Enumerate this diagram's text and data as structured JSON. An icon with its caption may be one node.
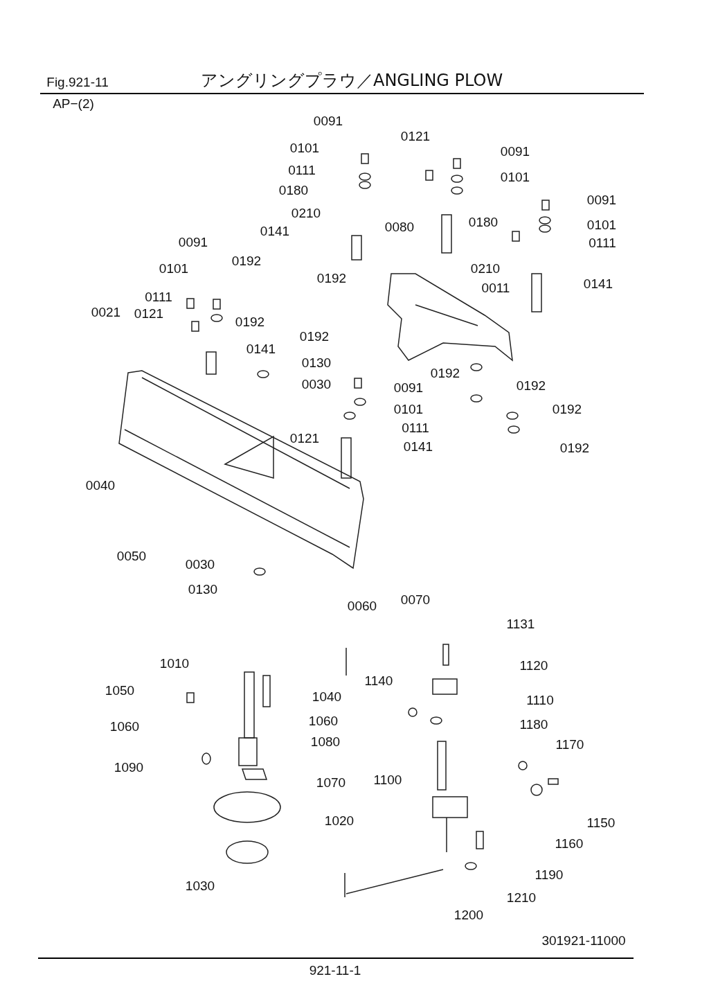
{
  "diagram": {
    "title": "アングリングプラウ／ANGLING PLOW",
    "labels": [
      "Fig.921-11",
      "AP−(2)",
      "0091",
      "0121",
      "0101",
      "0091",
      "0111",
      "0101",
      "0180",
      "0091",
      "0210",
      "0080",
      "0180",
      "0101",
      "0091",
      "0141",
      "0111",
      "0192",
      "0101",
      "0210",
      "0192",
      "0141",
      "0011",
      "0111",
      "0021",
      "0121",
      "0192",
      "0192",
      "0141",
      "0130",
      "0192",
      "0030",
      "0091",
      "0192",
      "0101",
      "0192",
      "0111",
      "0121",
      "0141",
      "0192",
      "0040",
      "0050",
      "0030",
      "0130",
      "0070",
      "0060",
      "1131",
      "1010",
      "1120",
      "1140",
      "1050",
      "1040",
      "1110",
      "1060",
      "1060",
      "1180",
      "1080",
      "1170",
      "1090",
      "1070",
      "1100",
      "1020",
      "1150",
      "1160",
      "1190",
      "1030",
      "1210",
      "1200",
      "301921-11000",
      "921-11-1"
    ]
  }
}
